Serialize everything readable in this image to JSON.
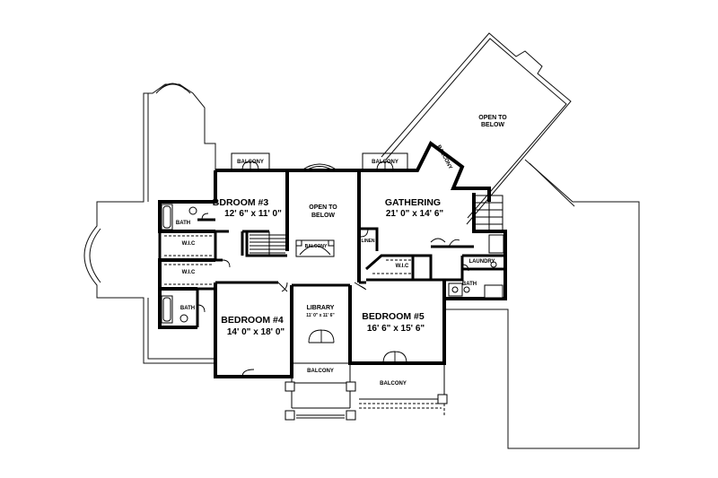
{
  "rooms": {
    "bedroom3": {
      "name": "BDROOM #3",
      "dims": "12' 6\" x 11' 0\""
    },
    "gathering": {
      "name": "GATHERING",
      "dims": "21' 0\" x 14' 6\""
    },
    "bedroom4": {
      "name": "BEDROOM #4",
      "dims": "14' 0\" x 18' 0\""
    },
    "bedroom5": {
      "name": "BEDROOM #5",
      "dims": "16' 6\" x 15' 6\""
    },
    "library": {
      "name": "LIBRARY",
      "dims": "11' 0\" x 11' 6\""
    }
  },
  "labels": {
    "open_to_below_center_1": "OPEN TO",
    "open_to_below_center_2": "BELOW",
    "open_to_below_right_1": "OPEN TO",
    "open_to_below_right_2": "BELOW",
    "balcony_bdroom3": "BALCONY",
    "balcony_gathering": "BALCONY",
    "balcony_diagonal": "BALCONY",
    "balcony_mini": "BALCONY",
    "balcony_library": "BALCONY",
    "balcony_bedroom5": "BALCONY",
    "bath_upper_left": "BATH",
    "bath_lower_left": "BATH",
    "bath_right": "BATH",
    "wic_upper": "W.I.C",
    "wic_lower": "W.I.C",
    "wic_right": "W.I.C",
    "laundry": "LAUNDRY",
    "linen": "LINEN"
  }
}
